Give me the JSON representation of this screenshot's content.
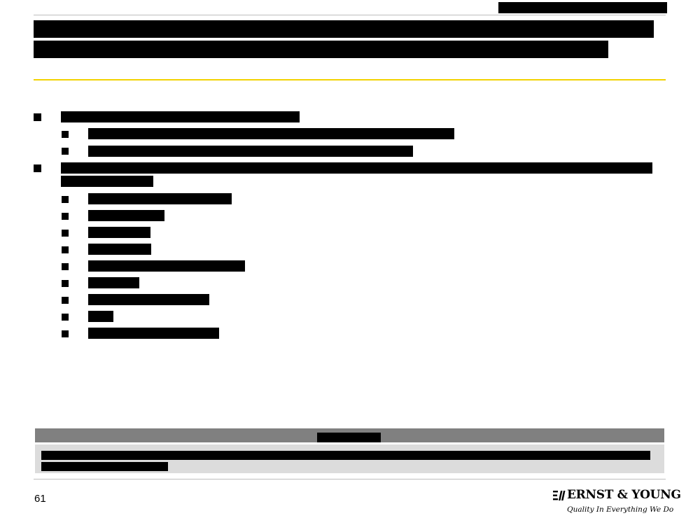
{
  "page_number": "61",
  "footer_logo": {
    "name": "ERNST & YOUNG",
    "tagline": "Quality In Everything We Do"
  },
  "colors": {
    "accent_rule": "#f2d200",
    "box_header": "#808080",
    "box_body": "#dcdcdc",
    "redaction": "#000000"
  },
  "redacted_items": [
    "header-tag",
    "title-line-1",
    "title-line-2",
    "bullet-1-text",
    "bullet-1a-text",
    "bullet-1b-text",
    "bullet-2-text-line-1",
    "bullet-2-text-line-2",
    "sub-item-1",
    "sub-item-2",
    "sub-item-3",
    "sub-item-4",
    "sub-item-5",
    "sub-item-6",
    "sub-item-7",
    "sub-item-8",
    "sub-item-9",
    "box-header-label",
    "box-text-line-1",
    "box-text-line-2"
  ]
}
